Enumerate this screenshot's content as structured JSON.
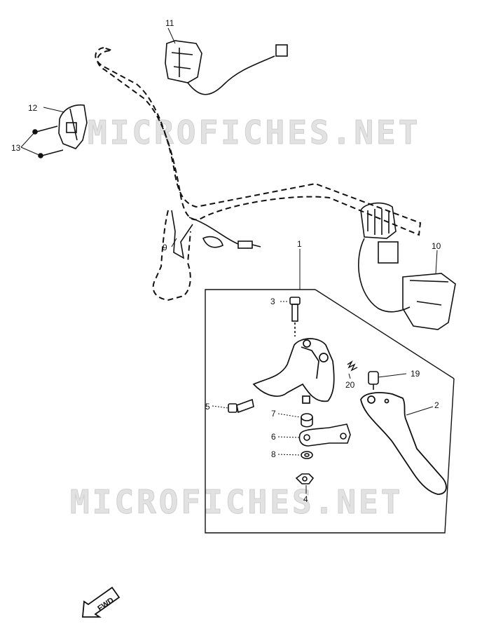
{
  "diagram": {
    "watermarks": [
      "MICROFICHES.NET",
      "MICROFICHES.NET"
    ],
    "direction_label": "FWD",
    "callouts": {
      "c1": "1",
      "c2": "2",
      "c3": "3",
      "c4": "4",
      "c5": "5",
      "c6": "6",
      "c7": "7",
      "c8": "8",
      "c9": "9",
      "c10": "10",
      "c11": "11",
      "c12": "12",
      "c13": "13",
      "c19": "19",
      "c20": "20"
    },
    "colors": {
      "ink": "#111111",
      "watermark": "#dddddd"
    }
  }
}
